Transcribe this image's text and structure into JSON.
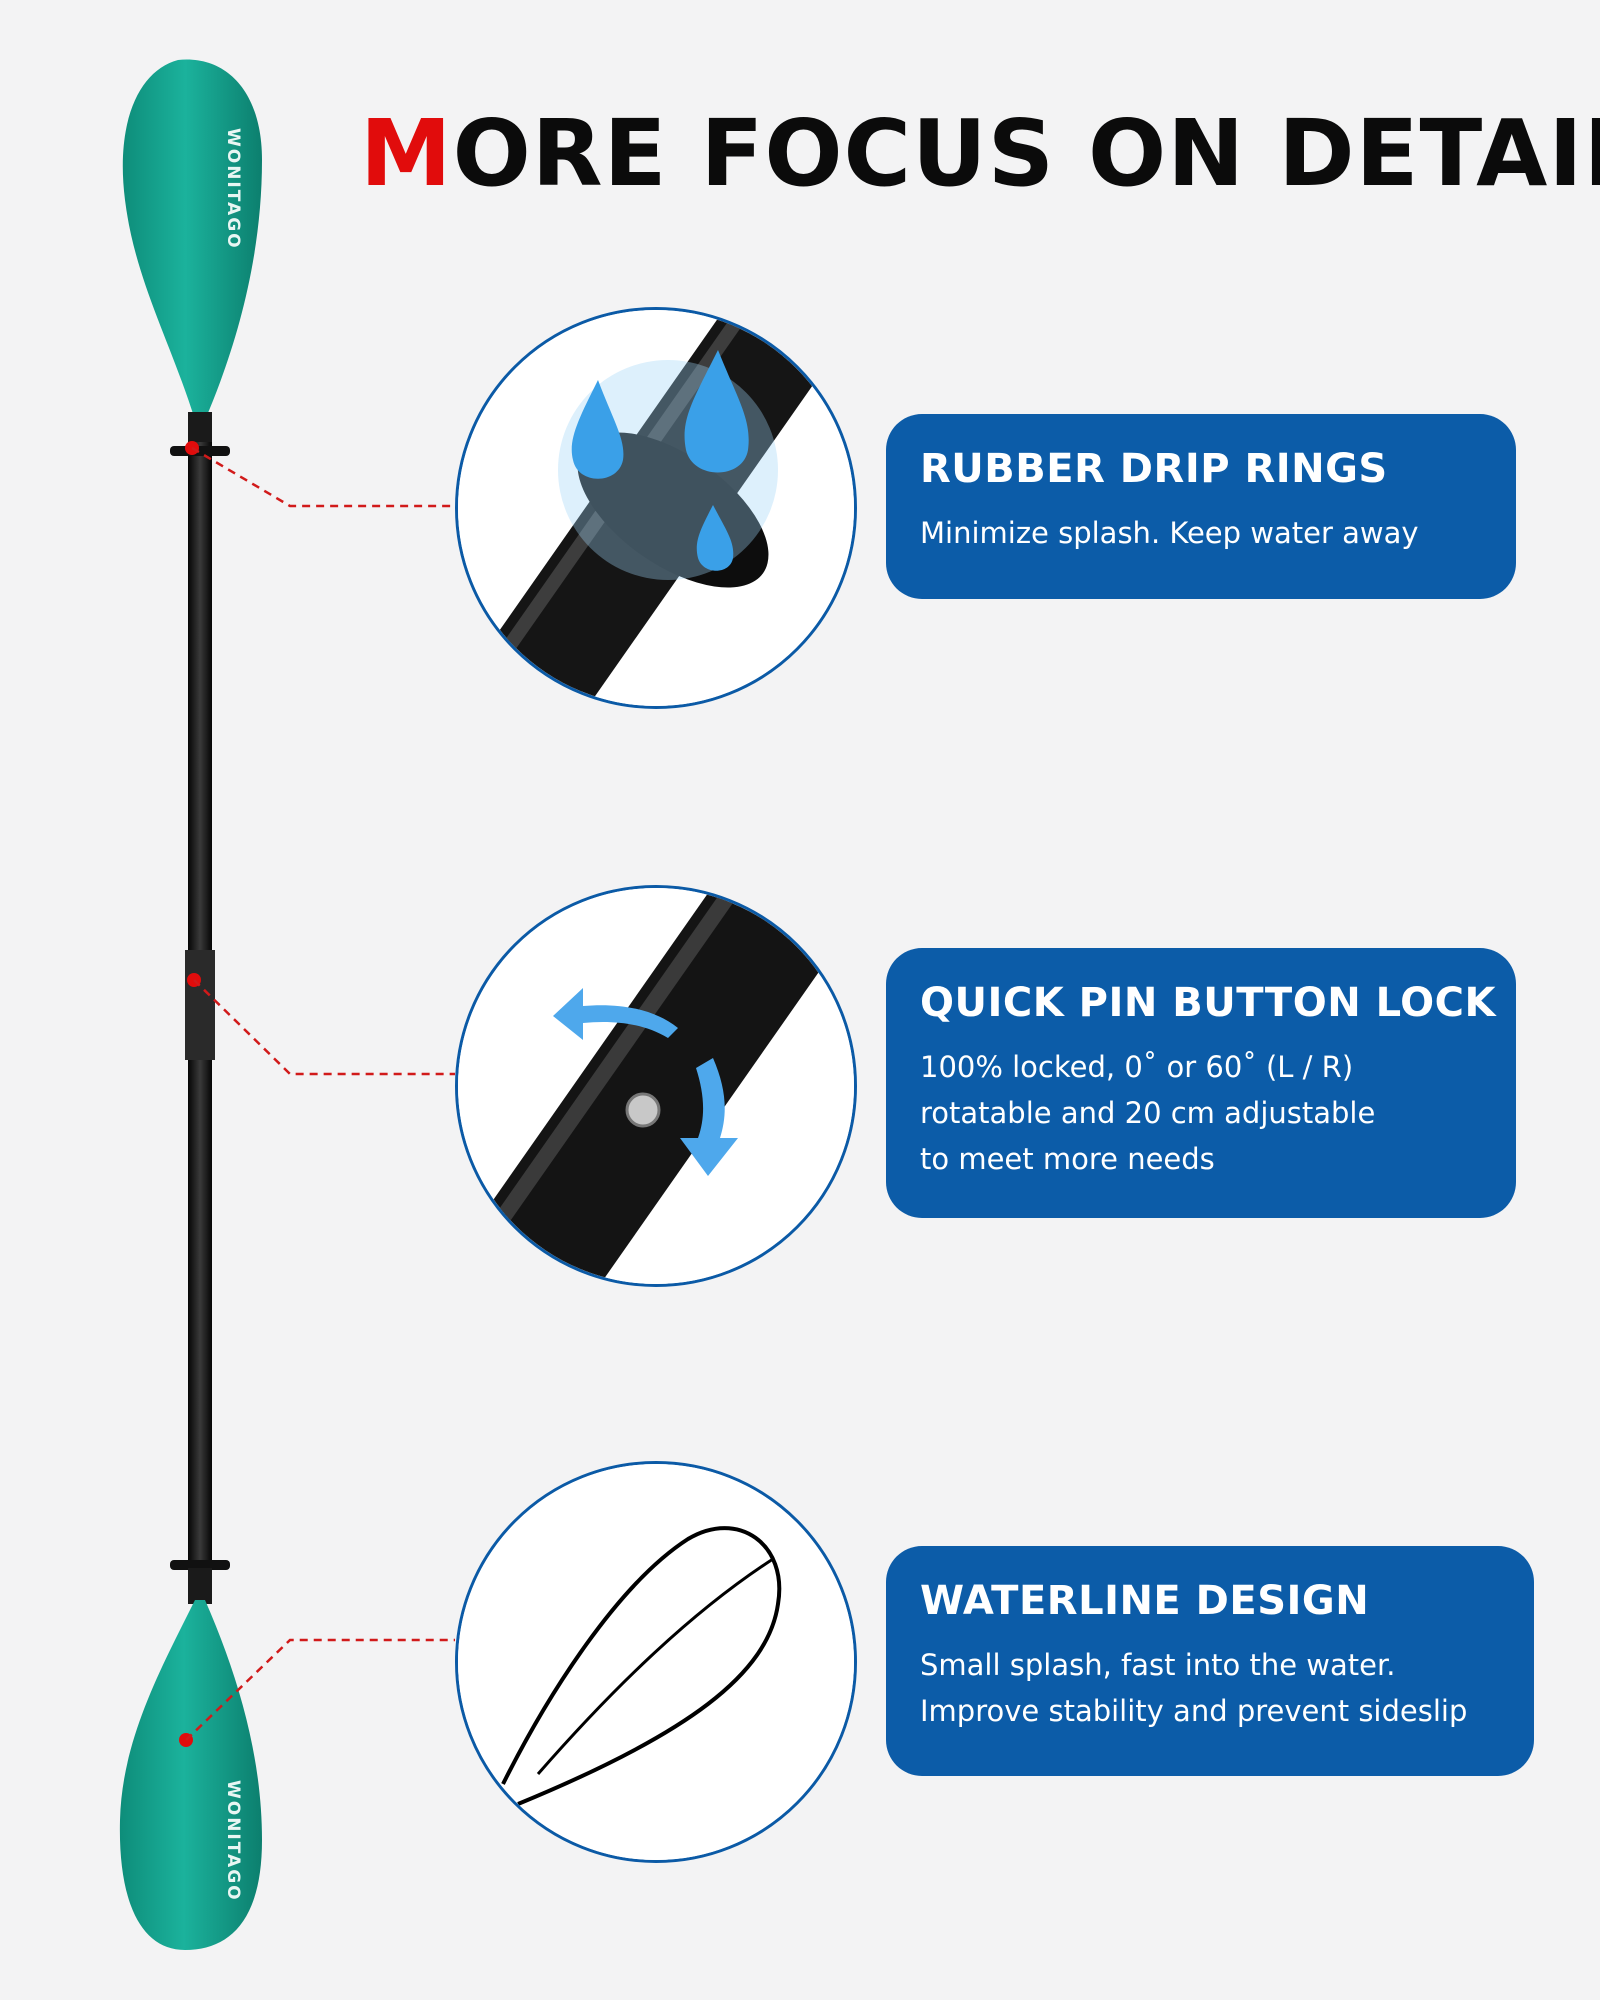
{
  "header": {
    "title_first_letter": "M",
    "title_rest": "ORE FOCUS ON DETAIL",
    "accent_color": "#e10c0c"
  },
  "paddle": {
    "brand_top": "WONITAGO",
    "brand_bottom": "WONITAGO",
    "blade_color": "#14a08c",
    "shaft_color": "#1a1a1a"
  },
  "features": [
    {
      "title": "RUBBER DRIP RINGS",
      "description": "Minimize splash. Keep water away",
      "icon": "drip-ring-icon"
    },
    {
      "title": "QUICK PIN BUTTON LOCK",
      "description": "100% locked, 0˚ or 60˚ (L / R)\nrotatable and 20 cm adjustable\nto meet more needs",
      "icon": "pin-button-icon"
    },
    {
      "title": "WATERLINE DESIGN",
      "description": "Small splash, fast into the water.\nImprove stability and prevent sideslip",
      "icon": "blade-outline-icon"
    }
  ],
  "colors": {
    "card_background": "#0c5ca8",
    "circle_border": "#0b5aa6",
    "callout_line": "#d11a1a"
  }
}
